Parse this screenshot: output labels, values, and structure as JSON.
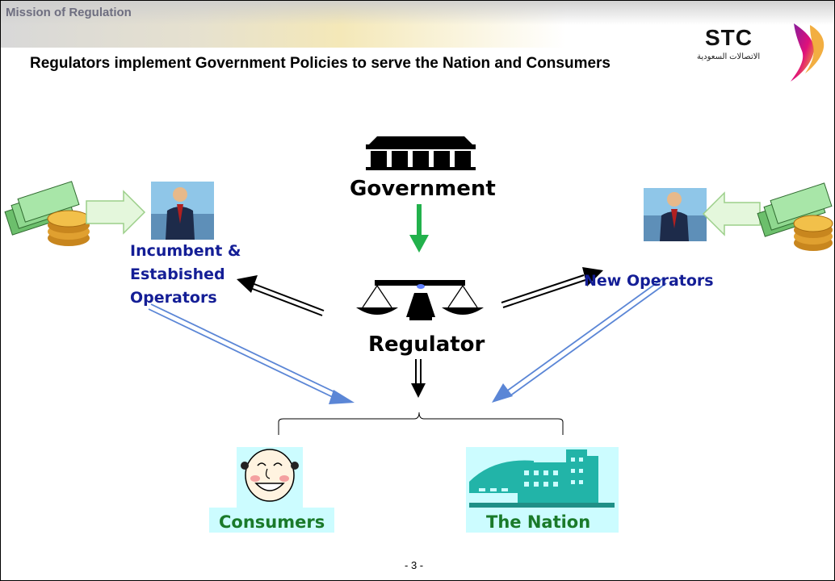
{
  "header": {
    "section_title": "Mission of Regulation",
    "headline": "Regulators implement Government Policies to serve the Nation and Consumers"
  },
  "logo": {
    "name": "STC",
    "arabic_text": "الاتصالات السعودية",
    "colors": {
      "purple": "#7a1fa2",
      "magenta": "#e0107a",
      "yellow": "#f5d21a"
    }
  },
  "diagram": {
    "government": "Government",
    "regulator": "Regulator",
    "incumbent_operators": "Incumbent & Estabished Operators",
    "new_operators": "New Operators",
    "consumers": "Consumers",
    "the_nation": "The Nation"
  },
  "footer": {
    "page_number": "- 3 -"
  },
  "icons": [
    "money-coins-icon",
    "arrow-icon",
    "businessman-icon",
    "government-building-icon",
    "scales-icon",
    "smiling-face-icon",
    "building-icon"
  ],
  "colors": {
    "label_blue": "#141e96",
    "label_green": "#1a7a2a",
    "arrow_green": "#22b14c",
    "arrow_blue": "#5b86d6",
    "cyan_box": "#ccfcff"
  }
}
